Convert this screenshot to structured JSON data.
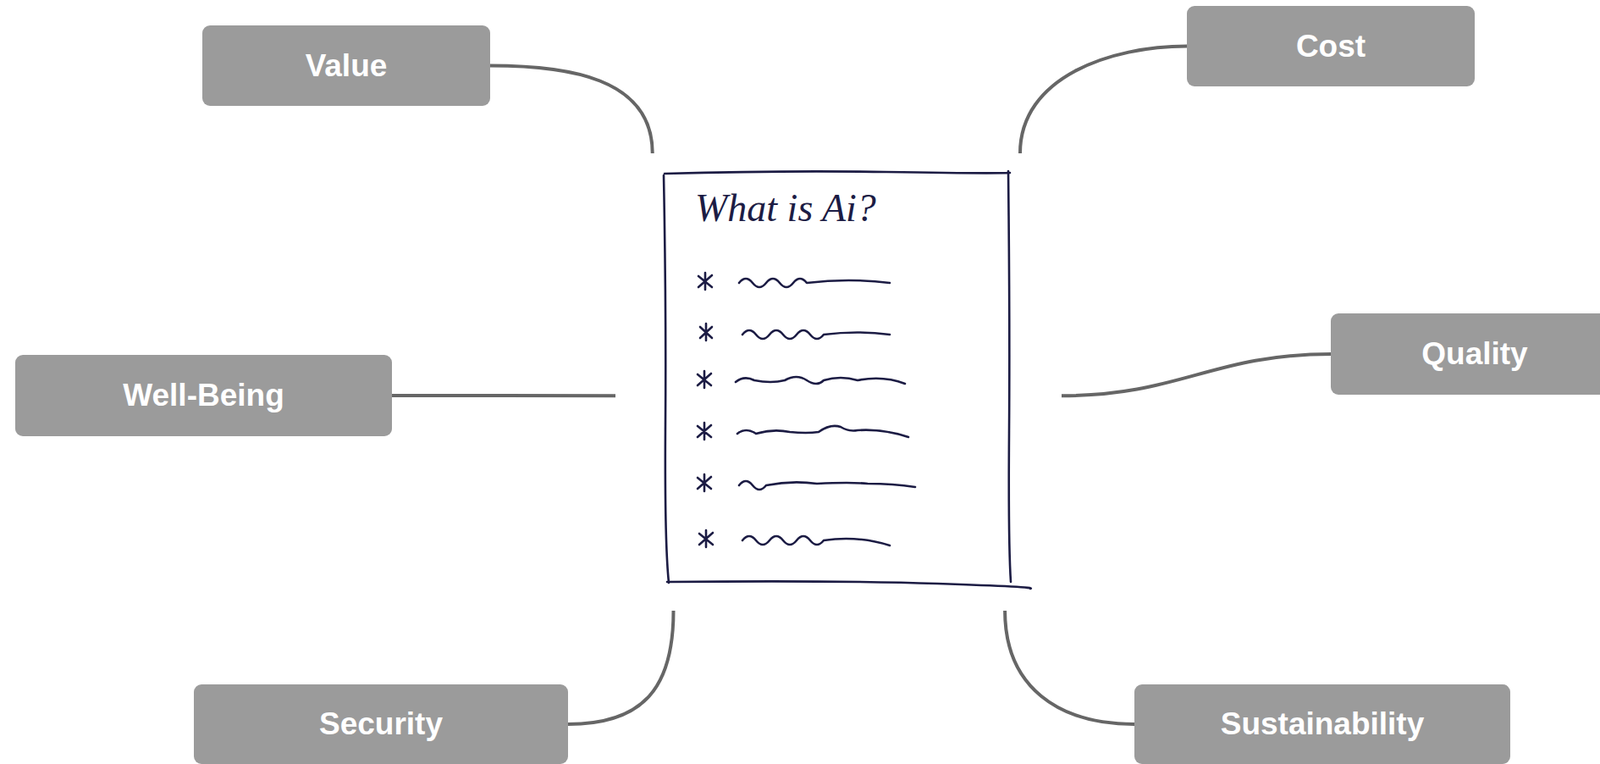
{
  "diagram": {
    "nodes": [
      {
        "text": [
          "What is Ai?"
        ]
      },
      {
        "text": [
          "Value"
        ]
      },
      {
        "text": [
          "Cost"
        ]
      },
      {
        "text": [
          "Well-Being"
        ]
      },
      {
        "text": [
          "Quality"
        ]
      },
      {
        "text": [
          "Security"
        ]
      },
      {
        "text": [
          "Sustainability"
        ]
      }
    ],
    "edges": [
      {
        "from": 0,
        "to": 1,
        "arrow": "none"
      },
      {
        "from": 0,
        "to": 2,
        "arrow": "none"
      },
      {
        "from": 0,
        "to": 3,
        "arrow": "none"
      },
      {
        "from": 0,
        "to": 4,
        "arrow": "none"
      },
      {
        "from": 0,
        "to": 5,
        "arrow": "none"
      },
      {
        "from": 0,
        "to": 6,
        "arrow": "none"
      }
    ]
  }
}
